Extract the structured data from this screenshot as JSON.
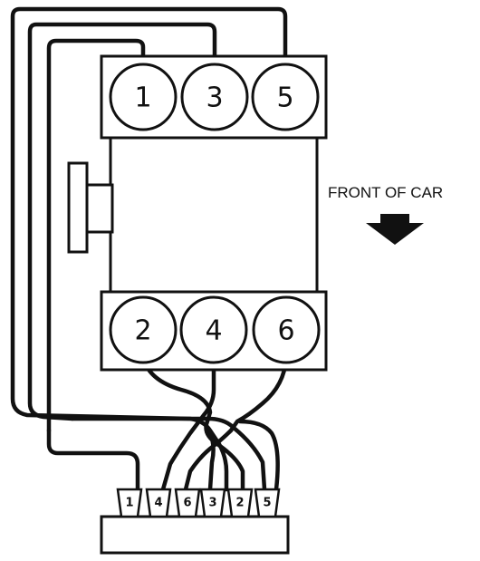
{
  "engine": {
    "top_bank_cylinders": [
      "1",
      "3",
      "5"
    ],
    "bottom_bank_cylinders": [
      "2",
      "4",
      "6"
    ]
  },
  "coil_pack": {
    "terminals": [
      "1",
      "4",
      "6",
      "3",
      "2",
      "5"
    ]
  },
  "direction": {
    "label": "FRONT OF CAR",
    "arrow_icon": "down-arrow-icon"
  }
}
